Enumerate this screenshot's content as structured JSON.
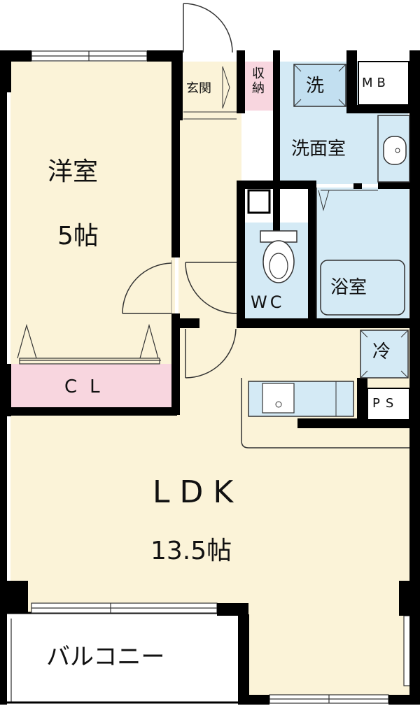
{
  "rooms": {
    "western": {
      "name": "洋室",
      "size": "5帖"
    },
    "closet": "CL",
    "ldk": {
      "name": "LDK",
      "size": "13.5帖"
    },
    "balcony": "バルコニー",
    "entrance": "玄関",
    "storage": "収納",
    "laundry": "洗",
    "meter_box": "MB",
    "washroom": "洗面室",
    "bathroom": "浴室",
    "toilet": "WC",
    "fridge": "冷",
    "pipe_space": "PS"
  },
  "colors": {
    "wall": "#000000",
    "floor": "#fbf3d8",
    "wet_area": "#d4eaf5",
    "closet": "#f8d6df",
    "outline": "#222222"
  }
}
